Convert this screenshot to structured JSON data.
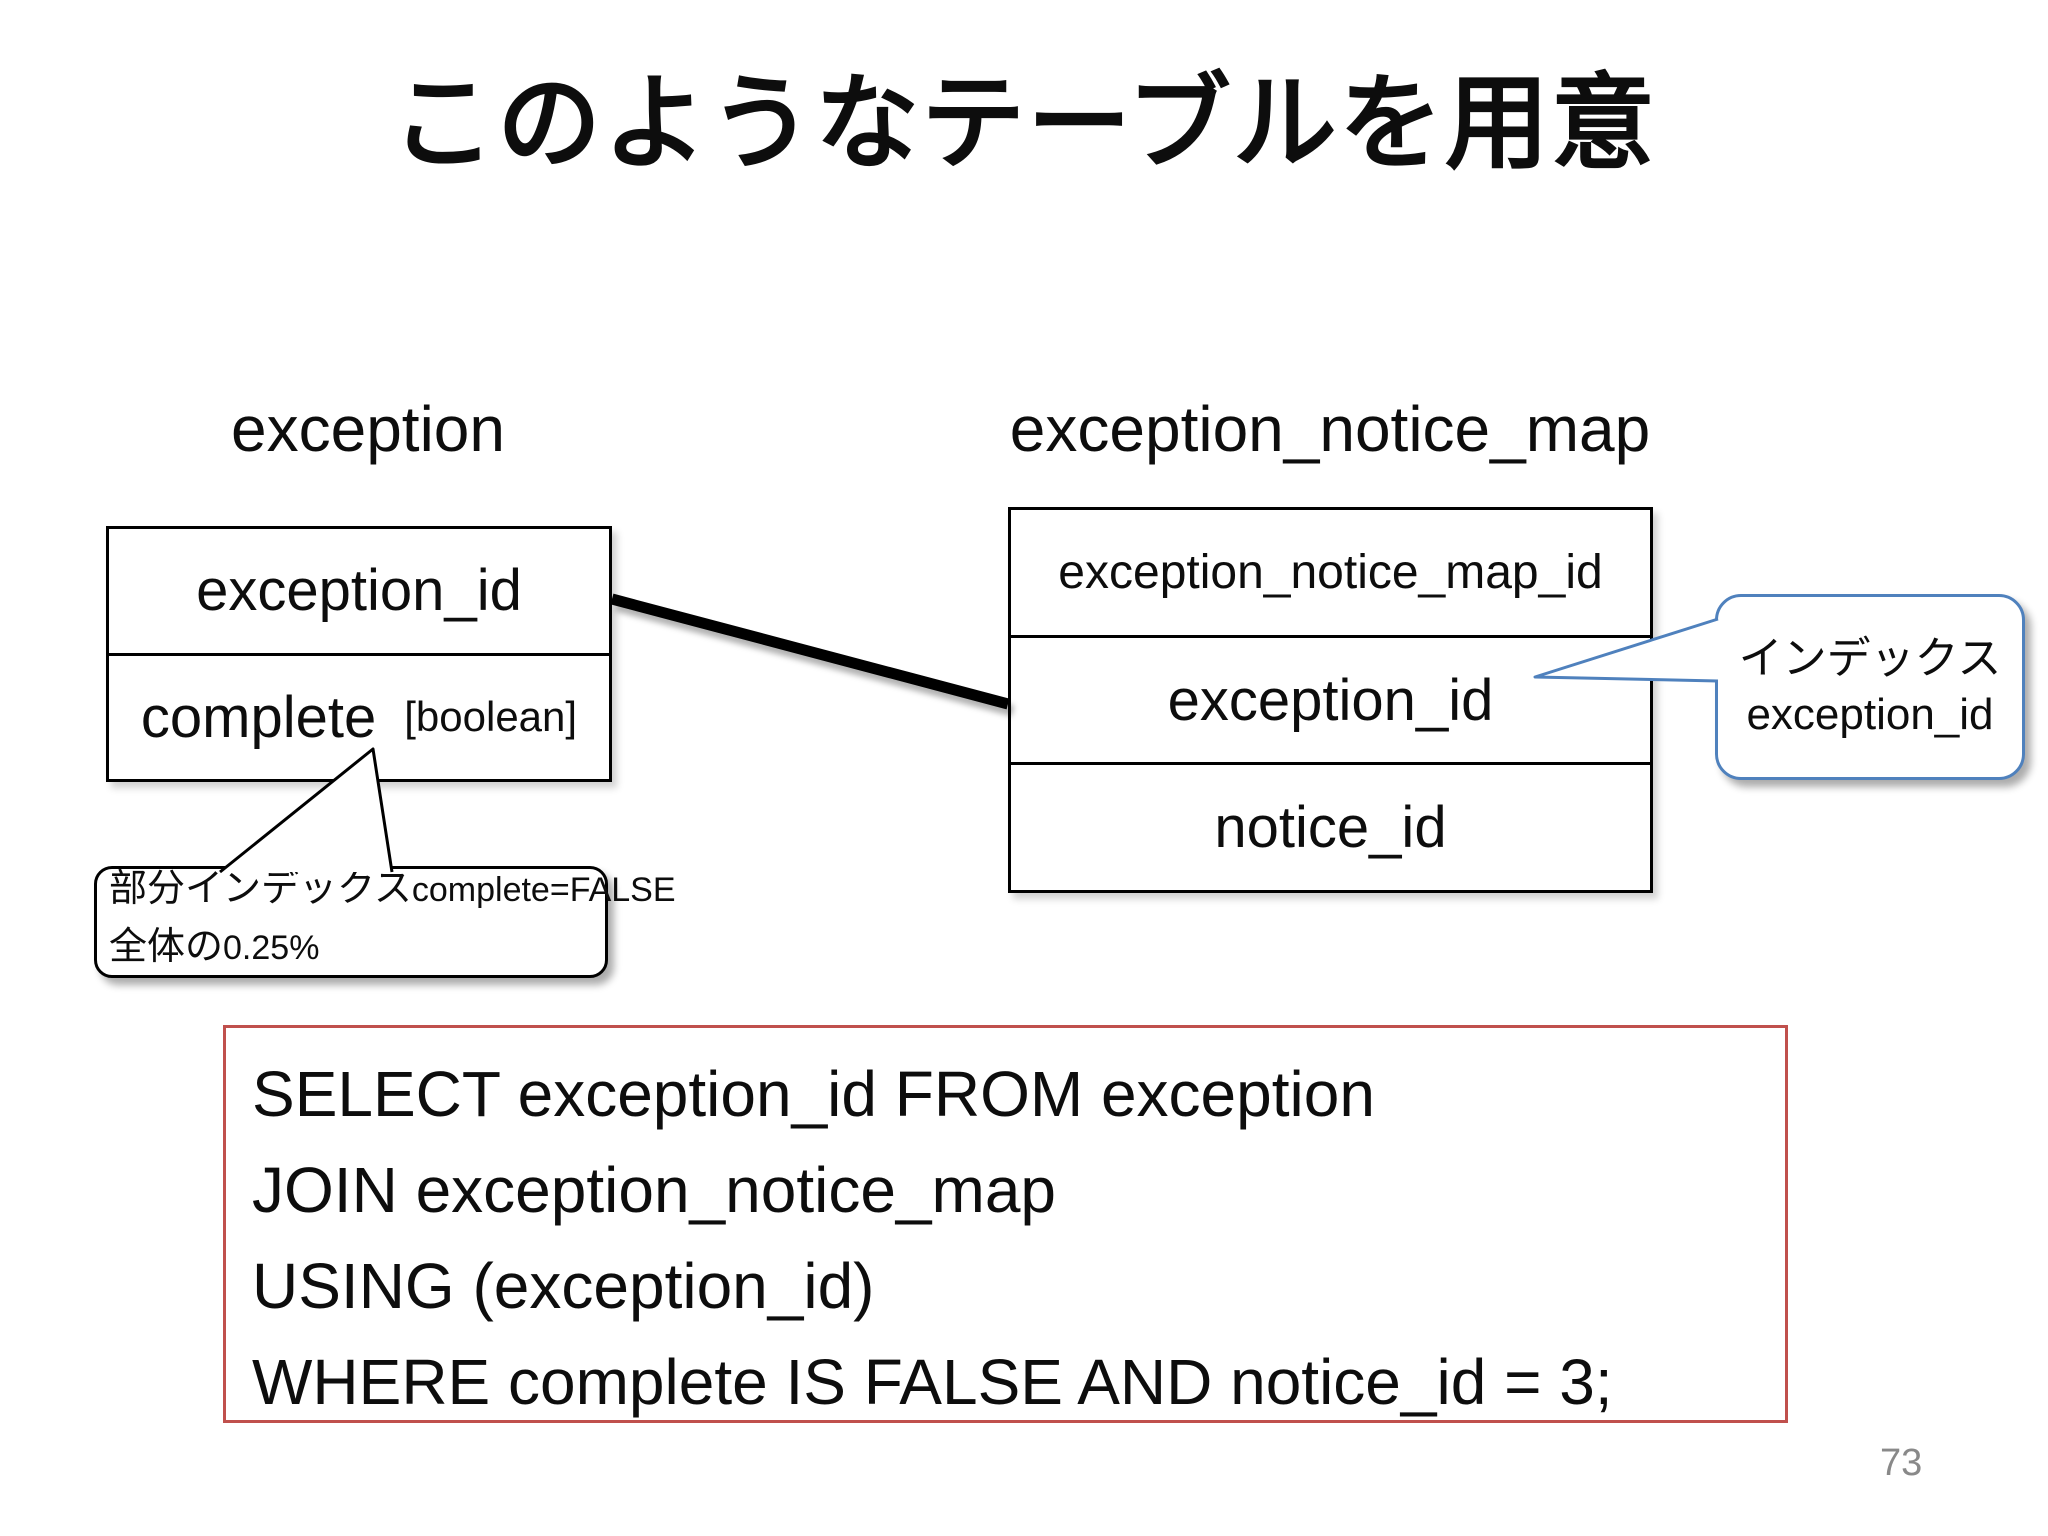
{
  "slide": {
    "title": "このようなテーブルを用意",
    "page_number": "73",
    "background_color": "#ffffff"
  },
  "tables": {
    "exception": {
      "title": "exception",
      "rows": [
        {
          "name": "exception_id",
          "type": ""
        },
        {
          "name": "complete",
          "type": "[boolean]"
        }
      ]
    },
    "exception_notice_map": {
      "title": "exception_notice_map",
      "rows": [
        {
          "name": "exception_notice_map_id"
        },
        {
          "name": "exception_id"
        },
        {
          "name": "notice_id"
        }
      ]
    }
  },
  "relationship": {
    "description": "line joining exception.exception_id to exception_notice_map.exception_id",
    "color": "#000000"
  },
  "callouts": {
    "index": {
      "line1": "インデックス",
      "line2": "exception_id",
      "border_color": "#4f81bd"
    },
    "partial_index": {
      "jp1": "部分インデックス",
      "code1": "complete=FALSE",
      "jp2": "全体の",
      "code2": "0.25%",
      "border_color": "#000000"
    }
  },
  "sql": {
    "border_color": "#c0504d",
    "lines": [
      "SELECT exception_id FROM exception",
      "JOIN exception_notice_map",
      "USING (exception_id)",
      "WHERE complete IS FALSE AND notice_id = 3;"
    ]
  },
  "colors": {
    "text": "#0d0d0d",
    "page_number": "#898989"
  }
}
